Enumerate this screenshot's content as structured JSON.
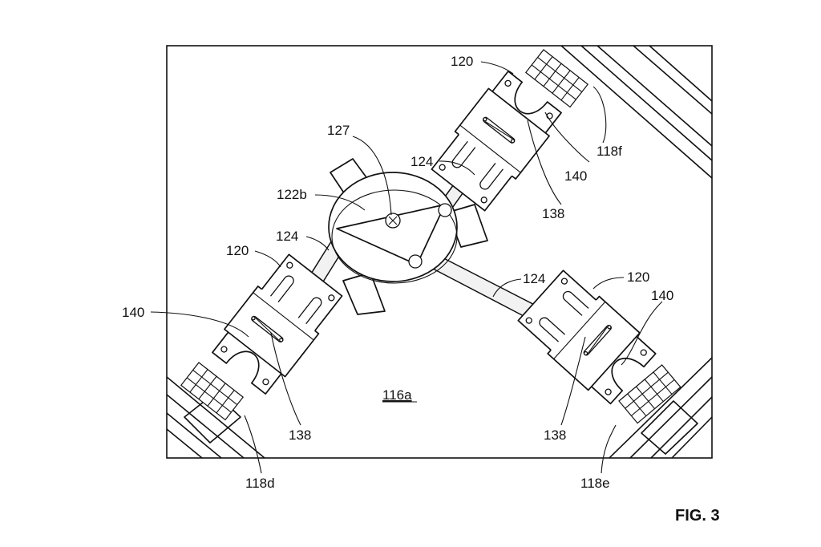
{
  "figure": {
    "caption": "FIG. 3",
    "region_label": "116a",
    "labels": {
      "hub": "127",
      "plate": "122b",
      "arm_top": "124",
      "arm_left": "124",
      "arm_right": "124",
      "bracket_top": "120",
      "bracket_left": "120",
      "bracket_right": "120",
      "slot_top_138": "138",
      "slot_top_140": "140",
      "slot_left_138": "138",
      "slot_left_140": "140",
      "slot_right_138": "138",
      "slot_right_140": "140",
      "rail_f": "118f",
      "rail_d": "118d",
      "rail_e": "118e"
    }
  }
}
